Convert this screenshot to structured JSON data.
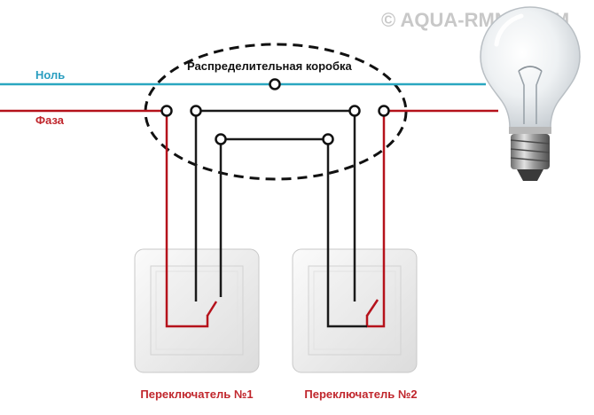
{
  "watermark": "© AQUA-RMNT.COM",
  "labels": {
    "neutral": "Ноль",
    "phase": "Фаза",
    "junction_box": "Распределительная коробка",
    "switch1": "Переключатель №1",
    "switch2": "Переключатель №2"
  },
  "colors": {
    "neutral": "#2aa7c0",
    "phase": "#b5121b",
    "switch_wire": "#1a1a1a",
    "label_red": "#c0262c",
    "label_blue": "#2a9ec0",
    "watermark": "#c8c8c8"
  },
  "icons": {
    "lamp": "light-bulb-icon"
  }
}
